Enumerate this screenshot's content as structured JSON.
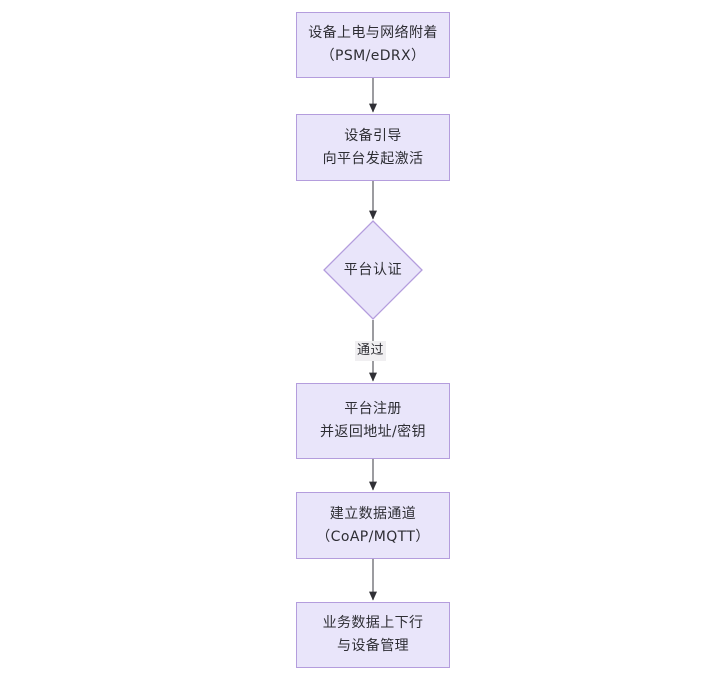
{
  "diagram": {
    "type": "flowchart",
    "orientation": "top-to-bottom",
    "title": "",
    "theme": {
      "node_fill": "#e9e5fa",
      "node_border": "#b49ddd",
      "text_color": "#2e2e34",
      "edge_color": "#4a4a52",
      "edge_label_background": "#f0eff1",
      "canvas_background": "#ffffff"
    },
    "nodes": [
      {
        "id": "power-on",
        "shape": "rectangle",
        "lines": [
          "设备上电与网络附着",
          "（PSM/eDRX）"
        ]
      },
      {
        "id": "bootstrap",
        "shape": "rectangle",
        "lines": [
          "设备引导",
          "向平台发起激活"
        ]
      },
      {
        "id": "platform-auth",
        "shape": "diamond",
        "lines": [
          "平台认证"
        ]
      },
      {
        "id": "platform-register",
        "shape": "rectangle",
        "lines": [
          "平台注册",
          "并返回地址/密钥"
        ]
      },
      {
        "id": "data-channel",
        "shape": "rectangle",
        "lines": [
          "建立数据通道",
          "（CoAP/MQTT）"
        ]
      },
      {
        "id": "service-data",
        "shape": "rectangle",
        "lines": [
          "业务数据上下行",
          "与设备管理"
        ]
      }
    ],
    "edges": [
      {
        "id": "e1",
        "from": "power-on",
        "to": "bootstrap",
        "label": ""
      },
      {
        "id": "e2",
        "from": "bootstrap",
        "to": "platform-auth",
        "label": ""
      },
      {
        "id": "e3",
        "from": "platform-auth",
        "to": "platform-register",
        "label": "通过"
      },
      {
        "id": "e4",
        "from": "platform-register",
        "to": "data-channel",
        "label": ""
      },
      {
        "id": "e5",
        "from": "data-channel",
        "to": "service-data",
        "label": ""
      }
    ]
  }
}
